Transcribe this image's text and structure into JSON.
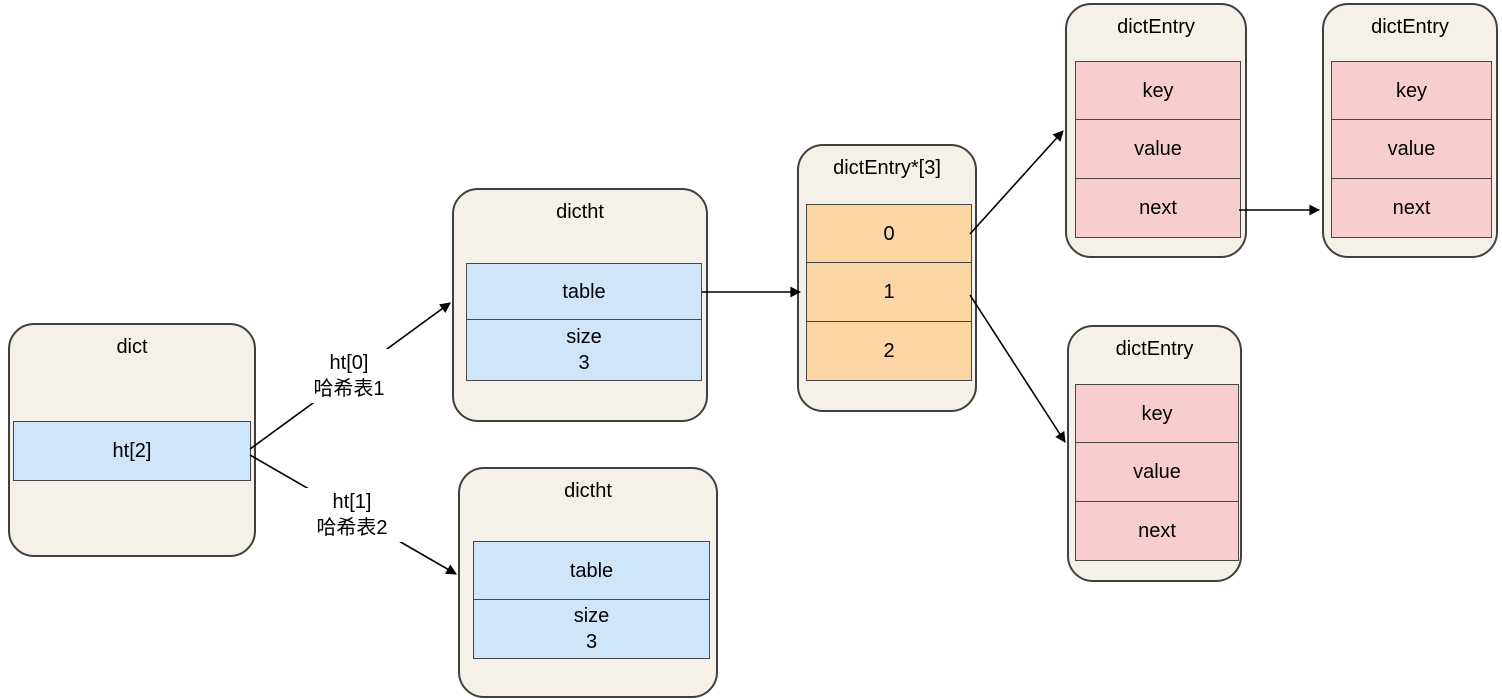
{
  "colors": {
    "canvas_bg": "#ffffff",
    "node_fill": "#f5f1e8",
    "node_border": "#404040",
    "cell_border": "#464646",
    "blue_fill": "#cfe5fa",
    "orange_fill": "#fbd5a4",
    "pink_fill": "#f8cecc",
    "arrow": "#000000",
    "text": "#000000"
  },
  "nodes": {
    "dict": {
      "title": "dict",
      "slot": "ht[2]"
    },
    "dictht_top": {
      "title": "dictht",
      "row_table": "table",
      "row_size_label": "size",
      "row_size_value": "3"
    },
    "dictht_bottom": {
      "title": "dictht",
      "row_table": "table",
      "row_size_label": "size",
      "row_size_value": "3"
    },
    "bucket_array": {
      "title": "dictEntry*[3]",
      "slots": [
        "0",
        "1",
        "2"
      ]
    },
    "entry_top_first": {
      "title": "dictEntry",
      "rows": [
        "key",
        "value",
        "next"
      ]
    },
    "entry_top_second": {
      "title": "dictEntry",
      "rows": [
        "key",
        "value",
        "next"
      ]
    },
    "entry_bottom": {
      "title": "dictEntry",
      "rows": [
        "key",
        "value",
        "next"
      ]
    }
  },
  "edge_labels": {
    "ht0": {
      "line1": "ht[0]",
      "line2": "哈希表1"
    },
    "ht1": {
      "line1": "ht[1]",
      "line2": "哈希表2"
    }
  }
}
